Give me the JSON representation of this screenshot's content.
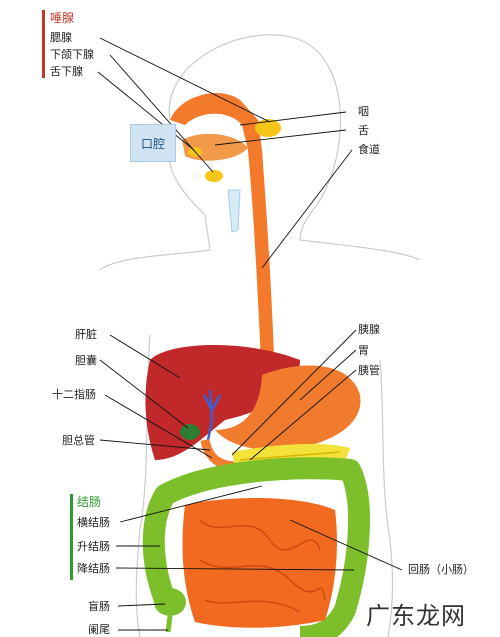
{
  "salivary": {
    "header": "唾腺",
    "items": [
      "腮腺",
      "下颌下腺",
      "舌下腺"
    ]
  },
  "oral_cavity": "口腔",
  "right_top": [
    "咽",
    "舌",
    "食道"
  ],
  "left_mid": [
    "肝脏",
    "胆囊",
    "十二指肠",
    "胆总管"
  ],
  "right_mid": [
    "胰腺",
    "胃",
    "胰管"
  ],
  "colon": {
    "header": "结肠",
    "items": [
      "横结肠",
      "升结肠",
      "降结肠"
    ]
  },
  "bottom_left": [
    "盲肠",
    "阑尾"
  ],
  "small_intestine": "回肠（小肠）",
  "watermark": "广东龙网",
  "colors": {
    "stomach": "#f07b2c",
    "liver": "#c0282a",
    "colon": "#7cbf2a",
    "small_intestine": "#f26a1f",
    "salivary": "#f5c518",
    "pancreas": "#f2e23a",
    "gallbladder": "#2e7d32",
    "bile_duct": "#3b5fcf"
  }
}
